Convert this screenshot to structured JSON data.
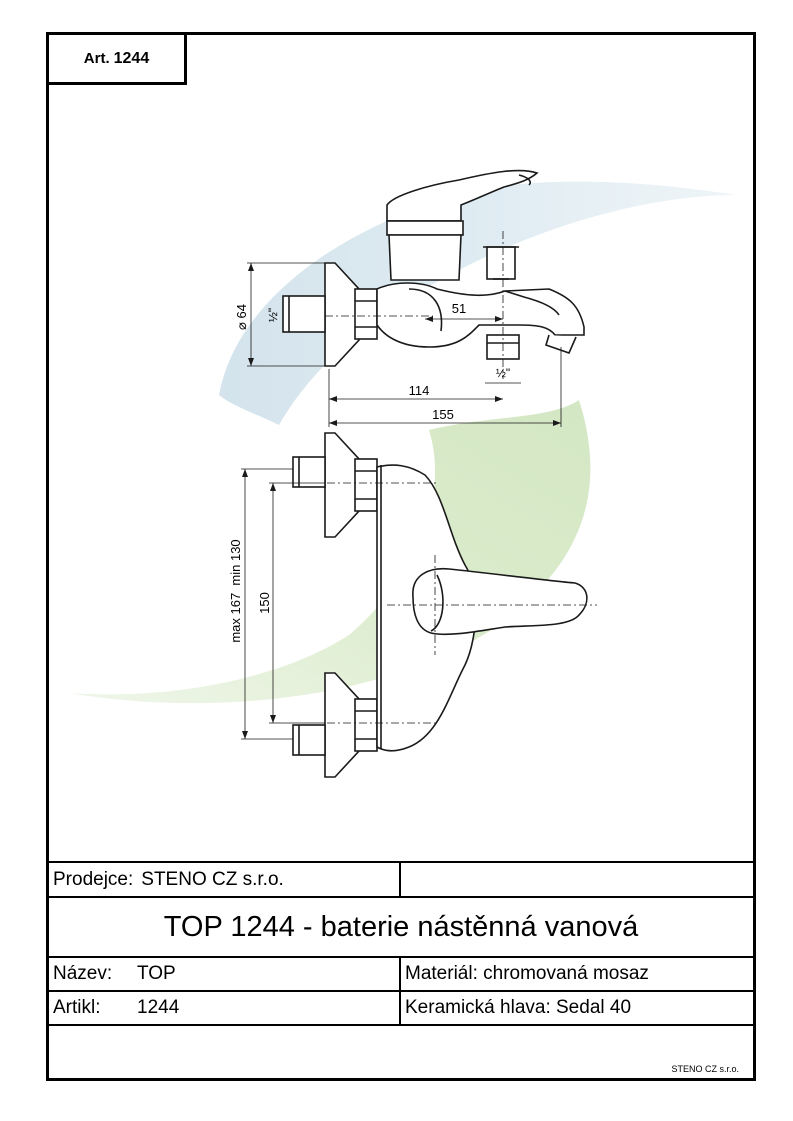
{
  "header": {
    "art_label": "Art.",
    "art_number": "1244"
  },
  "drawing": {
    "dims": {
      "d64": "⌀ 64",
      "half_left": "½\"",
      "d51": "51",
      "half_bottom": "½\"",
      "d114": "114",
      "d155": "155",
      "d150": "150",
      "range": "max 167  min 130"
    },
    "colors": {
      "swoosh_blue": "#d7e6ee",
      "swoosh_green": "#dbeccd",
      "line": "#1a1a1a"
    }
  },
  "title_block": {
    "seller_label": "Prodejce:",
    "seller_value": "STENO CZ s.r.o.",
    "title": "TOP 1244 - baterie nástěnná vanová",
    "name_label": "Název:",
    "name_value": "TOP",
    "material": "Materiál: chromovaná mosaz",
    "article_label": "Artikl:",
    "article_value": "1244",
    "ceramic_head": "Keramická hlava: Sedal 40",
    "footer": "STENO CZ s.r.o."
  }
}
